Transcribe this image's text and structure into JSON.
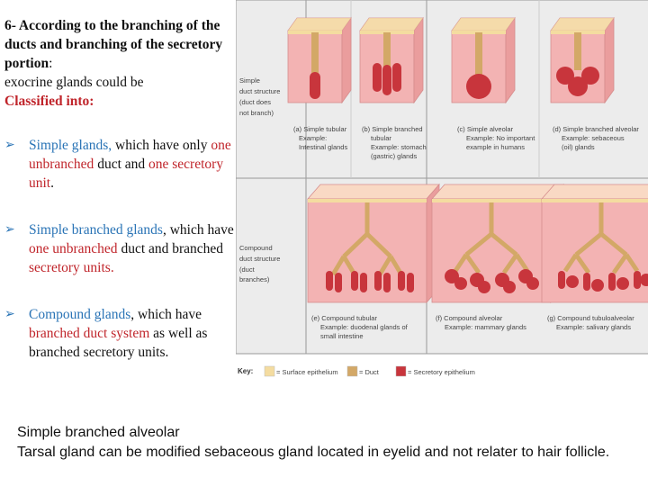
{
  "intro": {
    "heading": "6- According to the branching of the ducts and branching of the secretory portion",
    "heading_colon": ":",
    "line2": "exocrine glands could be",
    "line3": "Classified into:"
  },
  "bullets": [
    {
      "term": "Simple glands,",
      "t1": " which have only ",
      "h1": "one unbranched",
      "t2": " duct and ",
      "h2": "one secretory unit",
      "t3": "."
    },
    {
      "term": "Simple branched glands",
      "t1": ", which have ",
      "h1": "one unbranched",
      "t2": " duct and branched ",
      "h2": "secretory units."
    },
    {
      "term": "Compound glands",
      "t1": ", which have ",
      "h1": "branched duct system",
      "t2": " as well as branched secretory units."
    }
  ],
  "figure": {
    "row1_label": [
      "Simple",
      "duct structure",
      "(duct does",
      "not branch)"
    ],
    "row2_label": [
      "Compound",
      "duct structure",
      "(duct",
      "branches)"
    ],
    "captions": {
      "a": [
        "(a) Simple tubular",
        "Example:",
        "Intestinal glands"
      ],
      "b": [
        "(b) Simple branched",
        "tubular",
        "Example: stomach",
        "(gastric) glands"
      ],
      "c": [
        "(c) Simple alveolar",
        "Example: No important",
        "example in humans"
      ],
      "d": [
        "(d) Simple branched alveolar",
        "Example: sebaceous",
        "(oil) glands"
      ],
      "e": [
        "(e) Compound tubular",
        "Example: duodenal glands of",
        "small intestine"
      ],
      "f": [
        "(f) Compound alveolar",
        "Example: mammary glands"
      ],
      "g": [
        "(g) Compound tubuloalveolar",
        "Example: salivary glands"
      ]
    },
    "key": {
      "title": "Key:",
      "items": [
        "= Surface epithelium",
        "= Duct",
        "= Secretory epithelium"
      ]
    },
    "colors": {
      "surface": "#f4dca0",
      "duct": "#d3a867",
      "secretory": "#c8353c",
      "tissue": "#f3b3b3",
      "panel": "#ececec"
    }
  },
  "footer": {
    "line1": "Simple branched alveolar",
    "line2": "Tarsal gland can be modified sebaceous gland located in eyelid and not relater to hair follicle."
  }
}
